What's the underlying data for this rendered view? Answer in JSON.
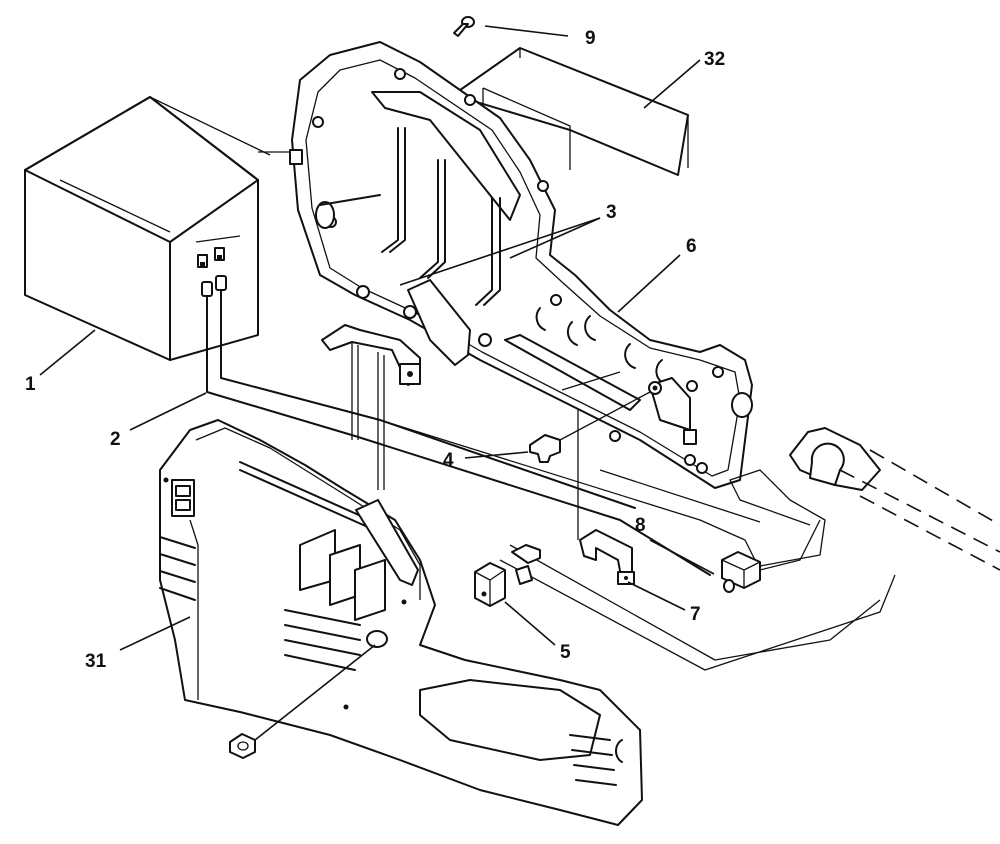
{
  "callouts": {
    "c1": "1",
    "c2": "2",
    "c3": "3",
    "c4": "4",
    "c5": "5",
    "c6": "6",
    "c7": "7",
    "c8": "8",
    "c9": "9",
    "c31": "31",
    "c32": "32"
  }
}
